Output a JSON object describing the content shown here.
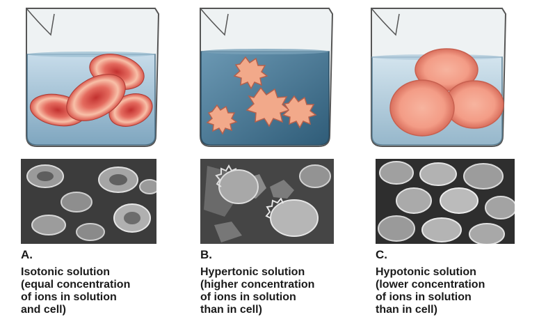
{
  "panels": [
    {
      "letter": "A.",
      "title": "Isotonic solution",
      "desc_lines": [
        "(equal concentration",
        "of ions in solution",
        "and cell)"
      ]
    },
    {
      "letter": "B.",
      "title": "Hypertonic solution",
      "desc_lines": [
        "(higher concentration",
        "of ions in solution",
        "than in cell)"
      ]
    },
    {
      "letter": "C.",
      "title": "Hypotonic solution",
      "desc_lines": [
        "(lower concentration",
        "of ions in solution",
        "than in cell)"
      ]
    }
  ],
  "colors": {
    "solution_light": "#b8d3e3",
    "solution_dark": "#4a7d99",
    "cell_normal": "#e8756a",
    "cell_swollen": "#f3a58f",
    "cell_crenated": "#f2a98a"
  }
}
